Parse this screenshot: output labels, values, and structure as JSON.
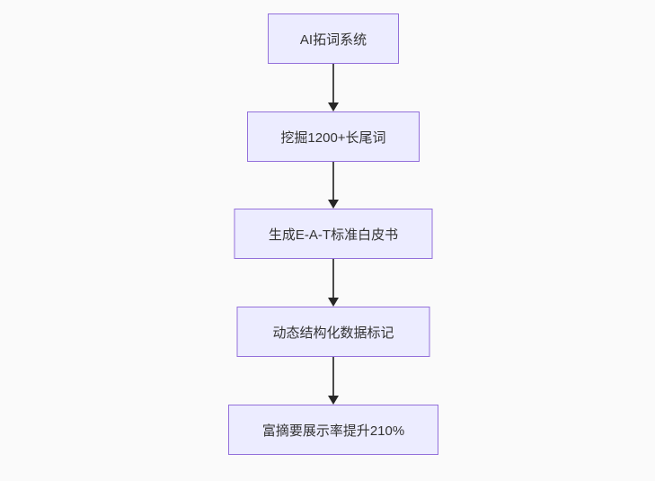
{
  "diagram": {
    "type": "flowchart",
    "direction": "top-down",
    "colors": {
      "background": "#fafafa",
      "node_fill": "#ececff",
      "node_border": "#9370db",
      "node_text": "#333333",
      "edge_line": "#4a4a4a",
      "edge_arrowhead": "#262626"
    },
    "nodes": [
      {
        "id": "step-1",
        "label": "AI拓词系统"
      },
      {
        "id": "step-2",
        "label": "挖掘1200+长尾词"
      },
      {
        "id": "step-3",
        "label": "生成E-A-T标准白皮书"
      },
      {
        "id": "step-4",
        "label": "动态结构化数据标记"
      },
      {
        "id": "step-5",
        "label": "富摘要展示率提升210%"
      }
    ],
    "edges": [
      {
        "from": "step-1",
        "to": "step-2"
      },
      {
        "from": "step-2",
        "to": "step-3"
      },
      {
        "from": "step-3",
        "to": "step-4"
      },
      {
        "from": "step-4",
        "to": "step-5"
      }
    ]
  }
}
